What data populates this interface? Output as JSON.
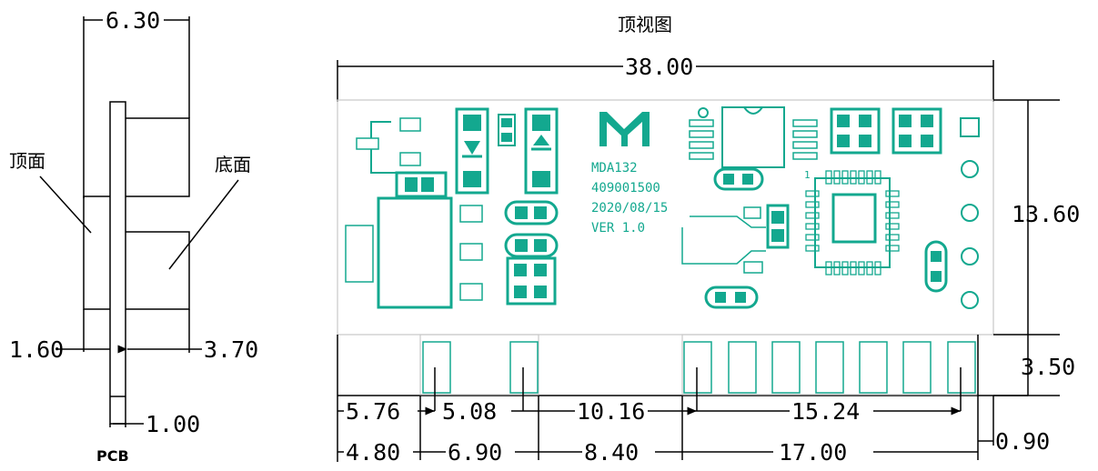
{
  "side_view": {
    "title": "PCB",
    "label_top_face": "顶面",
    "label_bottom_face": "底面",
    "dim_total_height": "6.30",
    "dim_top_component": "1.60",
    "dim_bottom_component": "3.70",
    "dim_pcb_thickness": "1.00"
  },
  "top_view": {
    "title": "顶视图",
    "dim_width": "38.00",
    "dim_height": "13.60",
    "dim_pin_height": "3.50",
    "dim_pin_offset": "0.90",
    "pitch_row": [
      "5.76",
      "5.08",
      "10.16",
      "15.24"
    ],
    "edge_row": [
      "4.80",
      "6.90",
      "8.40",
      "17.00"
    ],
    "silkscreen": [
      "MDA132",
      "409001500",
      "2020/08/15",
      "VER 1.0"
    ],
    "pin_markers": [
      "1",
      "1"
    ]
  },
  "colors": {
    "line": "#000000",
    "pcb_outline": "#c8c8c8",
    "silkscreen": "#13a88f"
  }
}
